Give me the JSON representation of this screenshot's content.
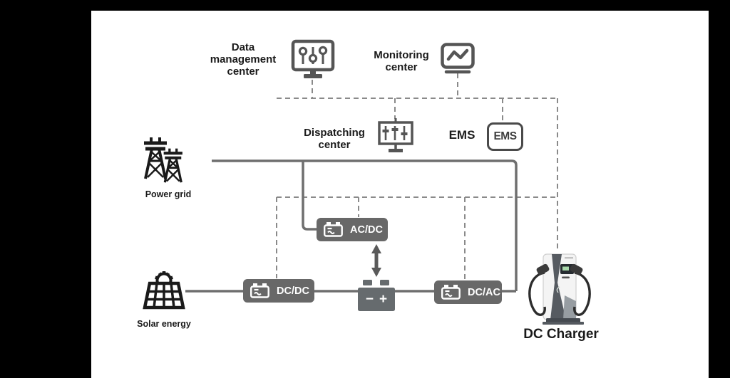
{
  "canvas": {
    "background": "#000000",
    "surface": "#ffffff"
  },
  "palette": {
    "solid_line": "#6f6f6f",
    "dashed_line": "#8a8a8a",
    "converter_fill": "#686868",
    "converter_text": "#ffffff",
    "icon_stroke": "#4f4f4f",
    "dark_icon": "#1a1a1a",
    "label_text": "#1a1a1a"
  },
  "nodes": {
    "data_management_center": {
      "label_lines": [
        "Data",
        "management",
        "center"
      ],
      "icon": "monitor-sliders-icon"
    },
    "monitoring_center": {
      "label_lines": [
        "Monitoring",
        "center"
      ],
      "icon": "monitor-chart-icon"
    },
    "dispatching_center": {
      "label_lines": [
        "Dispatching",
        "center"
      ],
      "icon": "monitor-controls-icon"
    },
    "ems": {
      "label": "EMS",
      "badge_text": "EMS"
    },
    "power_grid": {
      "label": "Power grid",
      "icon": "transmission-towers-icon"
    },
    "solar_energy": {
      "label": "Solar energy",
      "icon": "solar-panel-icon"
    },
    "battery": {
      "minus": "−",
      "plus": "+",
      "icon": "battery-icon"
    },
    "converter_ac_dc": {
      "label": "AC/DC"
    },
    "converter_dc_dc": {
      "label": "DC/DC"
    },
    "converter_dc_ac": {
      "label": "DC/AC"
    },
    "dc_charger": {
      "label": "DC Charger",
      "icon": "ev-charger-image"
    }
  }
}
